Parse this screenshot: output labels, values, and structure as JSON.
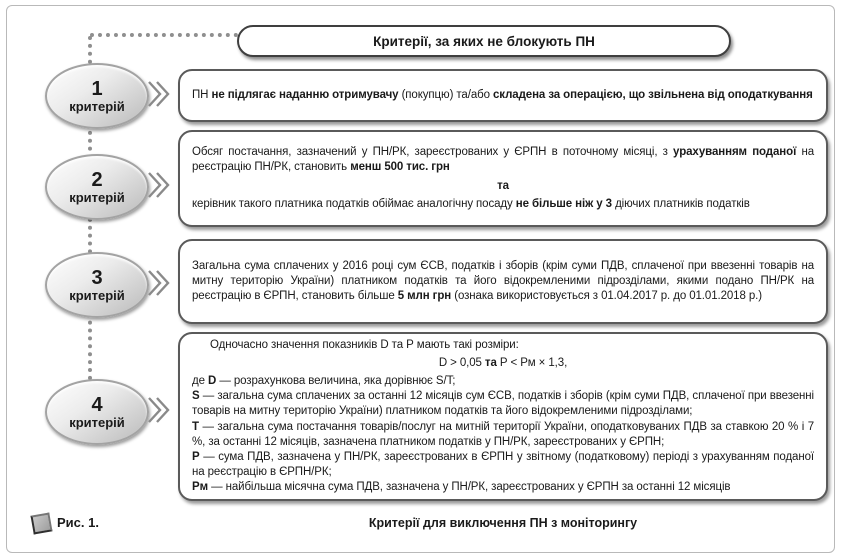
{
  "title": "Критерії, за яких не блокують ПН",
  "colors": {
    "box_border": "#5a5a5a",
    "connector": "#8f8f8f",
    "shadow": "#999999"
  },
  "criteria": [
    {
      "number": "1",
      "label": "критерій",
      "paragraphs": [
        {
          "runs": [
            {
              "t": "ПН ",
              "b": false
            },
            {
              "t": "не підлягає наданню отримувачу ",
              "b": true
            },
            {
              "t": "(покупцю) та/або ",
              "b": false
            },
            {
              "t": "складена за операцією, що звільнена від оподаткування",
              "b": true
            }
          ]
        }
      ]
    },
    {
      "number": "2",
      "label": "критерій",
      "paragraphs": [
        {
          "runs": [
            {
              "t": "Обсяг постачання, зазначений у ПН/РК, зареєстрованих у ЄРПН в поточному місяці, з ",
              "b": false
            },
            {
              "t": "урахуванням поданої",
              "b": true
            },
            {
              "t": " на реєстрацію ПН/РК, становить ",
              "b": false
            },
            {
              "t": "менш 500 тис. грн",
              "b": true
            }
          ]
        },
        {
          "runs": [
            {
              "t": "та",
              "b": true
            }
          ]
        },
        {
          "runs": [
            {
              "t": "керівник такого платника податків обіймає аналогічну посаду ",
              "b": false
            },
            {
              "t": "не більше ніж у 3",
              "b": true
            },
            {
              "t": " діючих платників податків",
              "b": false
            }
          ]
        }
      ]
    },
    {
      "number": "3",
      "label": "критерій",
      "paragraphs": [
        {
          "runs": [
            {
              "t": "Загальна сума сплачених у 2016 році сум ЄСВ, податків і зборів (крім суми ПДВ, сплаченої при ввезенні товарів на митну територію України) платником податків та його відокремленими підрозділами, якими подано ПН/РК на реєстрацію в ЄРПН, становить більше ",
              "b": false
            },
            {
              "t": "5 млн грн",
              "b": true
            },
            {
              "t": " (ознака використовується з 01.04.2017 р. до 01.01.2018 р.)",
              "b": false
            }
          ]
        }
      ]
    },
    {
      "number": "4",
      "label": "критерій",
      "paragraphs": [
        {
          "runs": [
            {
              "t": "Одночасно значення показників D та Р мають такі розміри:",
              "b": false
            }
          ]
        },
        {
          "runs": [
            {
              "t": "D > 0,05 ",
              "b": false
            },
            {
              "t": "та",
              "b": true
            },
            {
              "t": " Р < Рм × 1,3,",
              "b": false
            }
          ]
        },
        {
          "runs": [
            {
              "t": "де ",
              "b": false
            },
            {
              "t": "D",
              "b": true
            },
            {
              "t": " — розрахункова величина, яка дорівнює S/T;",
              "b": false
            }
          ]
        },
        {
          "runs": [
            {
              "t": "S",
              "b": true
            },
            {
              "t": " — загальна сума сплачених за останні 12 місяців сум ЄСВ, податків і зборів (крім суми ПДВ, сплаченої при ввезенні товарів на митну територію України) платником податків та його відокремленими підрозділами;",
              "b": false
            }
          ]
        },
        {
          "runs": [
            {
              "t": "Т",
              "b": true
            },
            {
              "t": " — загальна сума постачання товарів/послуг на митній території України, оподатковуваних ПДВ за ставкою 20 % і 7 %, за останні 12 місяців, зазначена платником податків у ПН/РК, зареєстрованих у ЄРПН;",
              "b": false
            }
          ]
        },
        {
          "runs": [
            {
              "t": "Р",
              "b": true
            },
            {
              "t": " — сума ПДВ, зазначена у ПН/РК, зареєстрованих в ЄРПН у звітному (податковому) періоді з урахуванням поданої на реєстрацію в ЄРПН/РК;",
              "b": false
            }
          ]
        },
        {
          "runs": [
            {
              "t": "Рм",
              "b": true
            },
            {
              "t": " — найбільша місячна сума ПДВ, зазначена у ПН/РК, зареєстрованих у ЄРПН за останні 12 місяців",
              "b": false
            }
          ]
        }
      ]
    }
  ],
  "figure": {
    "label": "Рис. 1.",
    "caption": "Критерії для виключення ПН з моніторингу"
  }
}
